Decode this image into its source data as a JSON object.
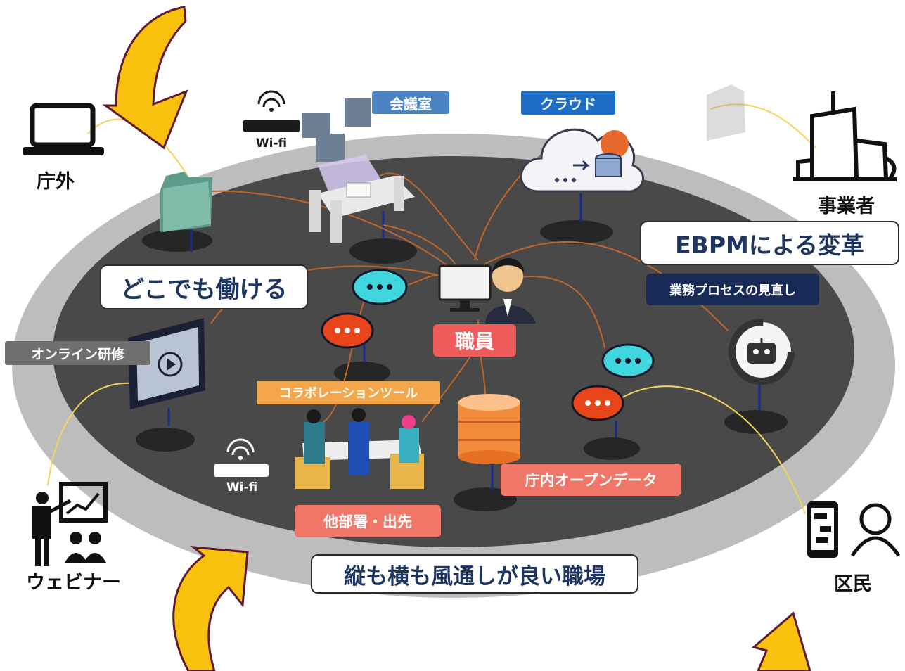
{
  "top_caption": "",
  "headline_anywhere": "どこでも働ける",
  "headline_ebpm": "EBPMによる変革",
  "headline_workplace": "縦も横も風通しが良い職場",
  "tags": {
    "meeting_room": "会議室",
    "cloud": "クラウド",
    "staff": "職員",
    "process_review": "業務プロセスの見直し",
    "online_training": "オンライン研修",
    "collab_tool": "コラボレーションツール",
    "open_data": "庁内オープンデータ",
    "other_dept": "他部署・出先"
  },
  "wifi_label_1": "Wi-fi",
  "wifi_label_2": "Wi-fi",
  "external": {
    "outside_office": "庁外",
    "business": "事業者",
    "webinar": "ウェビナー",
    "residents": "区民"
  },
  "colors": {
    "inner_disc": "#4a4949",
    "outer_ring": "#bdbdbd",
    "arrow_fill": "#f9c10d",
    "arrow_outline": "#5c1a33",
    "connector_orange": "#c0652a",
    "connector_yellow": "#f4d35a",
    "tag_blue": "#4a84c4",
    "tag_red": "#ee5b5b",
    "tag_navy": "#172b56",
    "tag_gray": "#6f6f6f",
    "tag_orange": "#f6a64a",
    "tag_salmon": "#f07767",
    "chat_cyan": "#3fd6dd",
    "chat_orange": "#e9451b",
    "text_navy": "#1e3560"
  }
}
